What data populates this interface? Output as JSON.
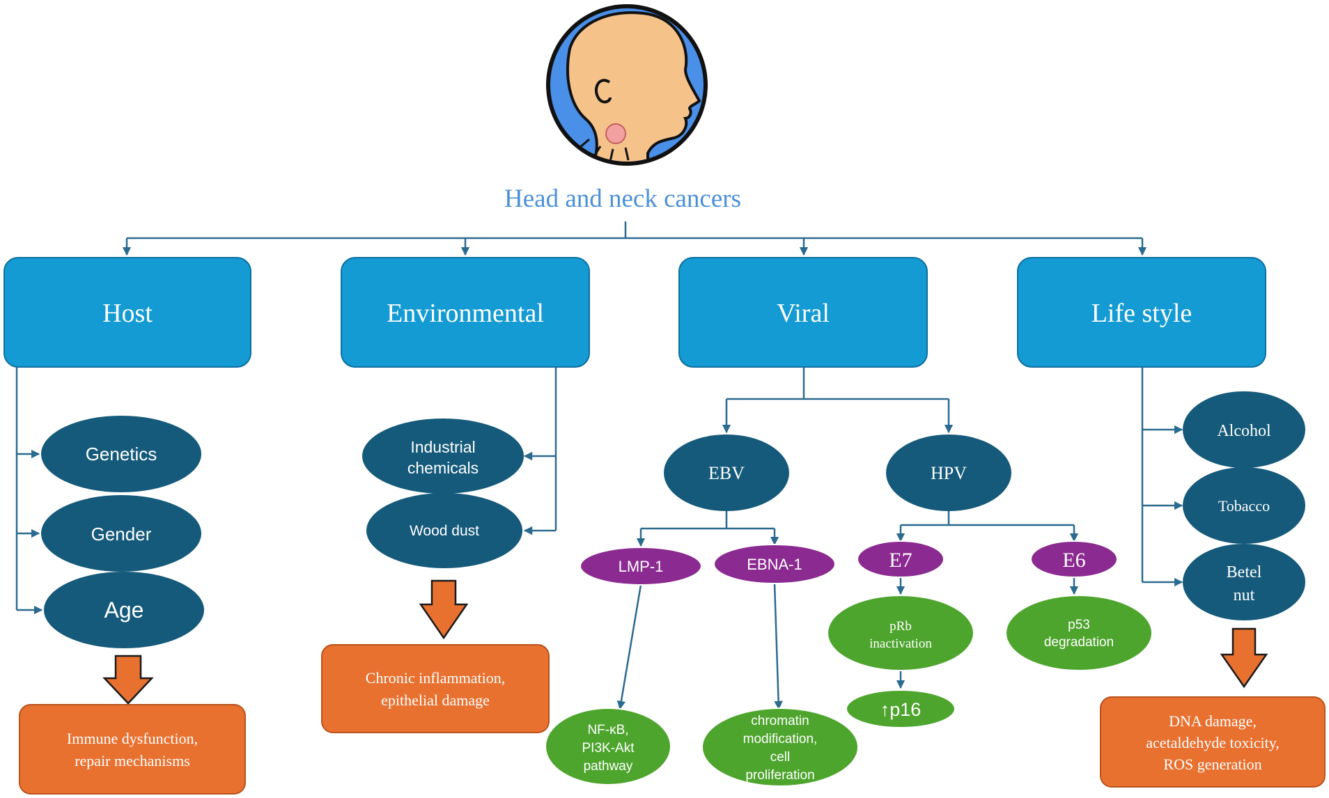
{
  "title": "Head and neck cancers",
  "colors": {
    "title": "#4a90d9",
    "category_box": "#149bd3",
    "dark_node": "#155a7a",
    "purple_node": "#8b2a90",
    "green_node": "#4ea52e",
    "orange_box": "#e87130",
    "connector": "#2a6a8f"
  },
  "icons": [
    "head-profile-icon",
    "down-arrow-icon"
  ],
  "categories": {
    "host": "Host",
    "environmental": "Environmental",
    "viral": "Viral",
    "lifestyle": "Life style"
  },
  "host": {
    "genetics": "Genetics",
    "gender": "Gender",
    "age": "Age",
    "outcome": [
      "Immune dysfunction,",
      "repair mechanisms"
    ]
  },
  "environmental": {
    "industrial": [
      "Industrial",
      "chemicals"
    ],
    "wood_dust": "Wood dust",
    "outcome": [
      "Chronic inflammation,",
      "epithelial damage"
    ]
  },
  "viral": {
    "ebv": "EBV",
    "hpv": "HPV",
    "lmp1": "LMP-1",
    "ebna1": "EBNA-1",
    "e7": "E7",
    "e6": "E6",
    "nfkb": [
      "NF-κB,",
      "PI3K-Akt",
      "pathway"
    ],
    "chromatin": [
      "chromatin",
      "modification,",
      "cell",
      "proliferation"
    ],
    "prb": [
      "pRb",
      "inactivation"
    ],
    "p16": "↑p16",
    "p53": [
      "p53",
      "degradation"
    ]
  },
  "lifestyle": {
    "alcohol": "Alcohol",
    "tobacco": "Tobacco",
    "betel": [
      "Betel",
      "nut"
    ],
    "outcome": [
      "DNA damage,",
      "acetaldehyde toxicity,",
      "ROS generation"
    ]
  }
}
